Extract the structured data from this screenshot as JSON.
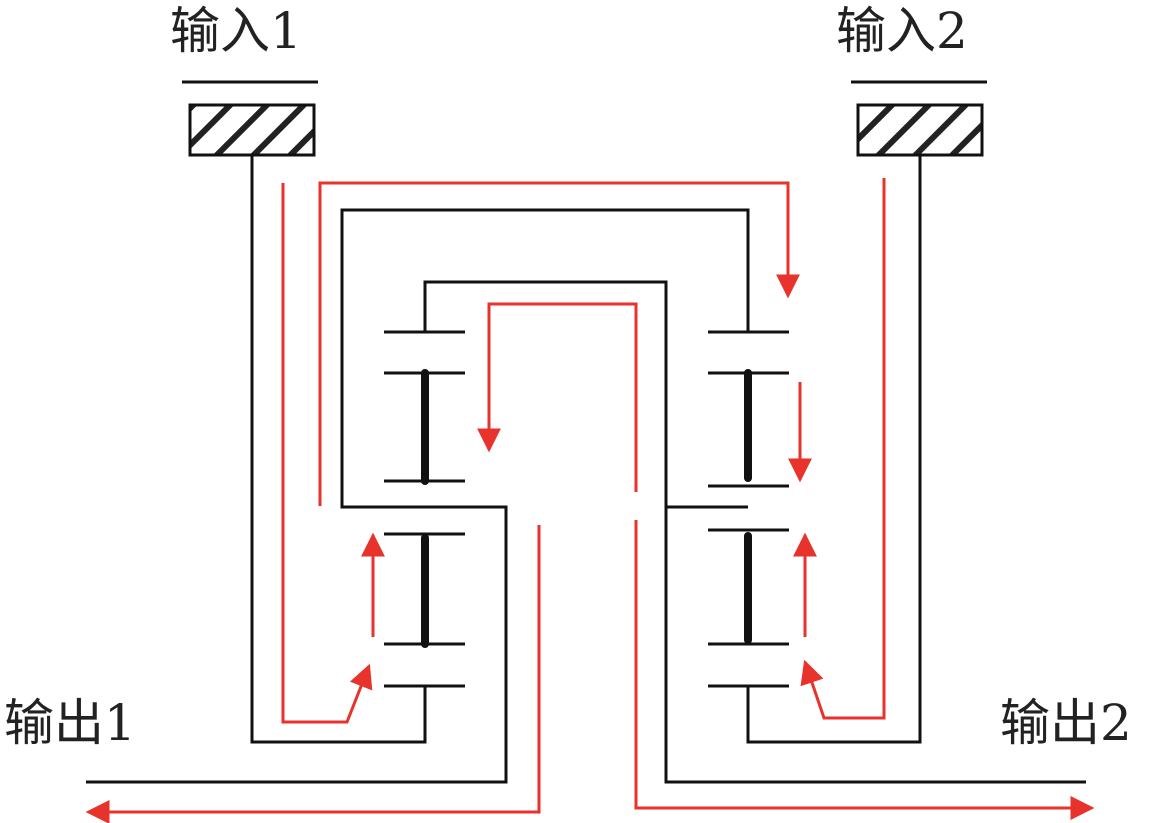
{
  "labels": {
    "input1": "输入1",
    "input2": "输入2",
    "output1": "输出1",
    "output2": "输出2"
  },
  "colors": {
    "structure": "#111111",
    "power_flow": "#e8322c",
    "hatch": "#222222"
  }
}
